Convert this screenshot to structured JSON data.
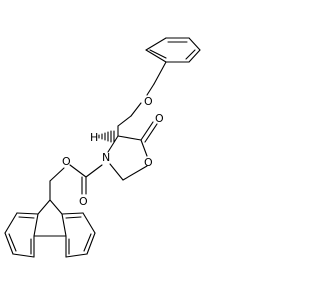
{
  "atoms": {
    "O_benzyl": "O",
    "O_carbonyl": "O",
    "O_ring": "O",
    "N_ring": "N",
    "O_carbamate_carbonyl": "O",
    "O_carbamate_ester": "O",
    "H_stereo": "H"
  },
  "colors": {
    "bond": "#000000",
    "label": "#000000",
    "background": "#ffffff"
  }
}
